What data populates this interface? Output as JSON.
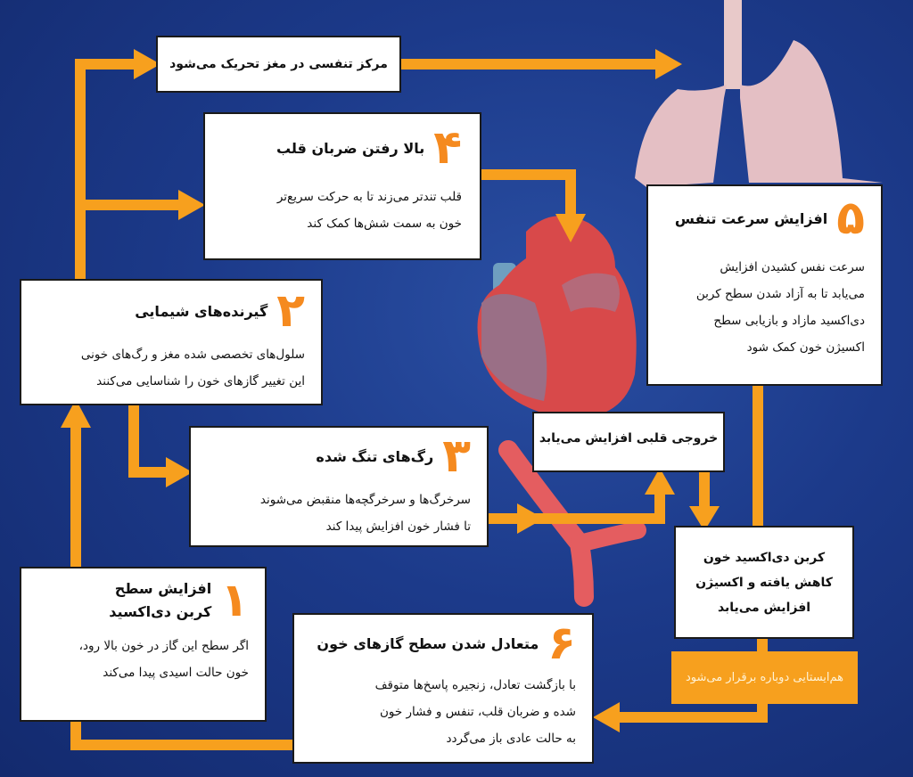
{
  "top_box": {
    "text": "مرکز تنفسی در مغز تحریک می‌شود"
  },
  "step1": {
    "number": "۱",
    "title_line1": "افزایش سطح",
    "title_line2": "کربن دی‌اکسید",
    "body_line1": "اگر سطح این گاز در خون بالا رود،",
    "body_line2": "خون حالت اسیدی پیدا می‌کند"
  },
  "step2": {
    "number": "۲",
    "title": "گیرنده‌های شیمایی",
    "body_line1": "سلول‌های تخصصی شده مغز و رگ‌های خونی",
    "body_line2": "این تغییر گازهای خون را شناسایی می‌کنند"
  },
  "step3": {
    "number": "۳",
    "title": "رگ‌های تنگ شده",
    "body_line1": "سرخرگ‌ها و سرخرگچه‌ها منقبض می‌شوند",
    "body_line2": "تا فشار خون افزایش پیدا کند"
  },
  "step4": {
    "number": "۴",
    "title": "بالا رفتن ضربان قلب",
    "body_line1": "قلب تندتر می‌زند تا به حرکت سریع‌تر",
    "body_line2": "خون به سمت شش‌ها کمک کند"
  },
  "step5": {
    "number": "۵",
    "title": "افزایش سرعت تنفس",
    "body_line1": "سرعت نفس کشیدن افزایش",
    "body_line2": "می‌یابد تا به آزاد شدن سطح کربن",
    "body_line3": "دی‌اکسید مازاد و بازیابی سطح",
    "body_line4": "اکسیژن خون کمک شود"
  },
  "step6": {
    "number": "۶",
    "title": "متعادل شدن سطح گازهای خون",
    "body_line1": "با بازگشت تعادل، زنجیره پاسخ‌ها متوقف",
    "body_line2": "شده و ضربان قلب، تنفس و فشار خون",
    "body_line3": "به حالت عادی باز می‌گردد"
  },
  "cardiac_output": {
    "text": "خروجی قلبی افزایش می‌یابد"
  },
  "co2_box": {
    "line1": "کربن دی‌اکسید خون",
    "line2": "کاهش یافته و اکسیژن",
    "line3": "افزایش می‌یابد"
  },
  "homeostasis": {
    "text": "هم‌ایستایی دوباره برقرار می‌شود"
  },
  "colors": {
    "arrow": "#f7a01e",
    "number": "#f58a1f",
    "background": "#1c3a8a"
  }
}
